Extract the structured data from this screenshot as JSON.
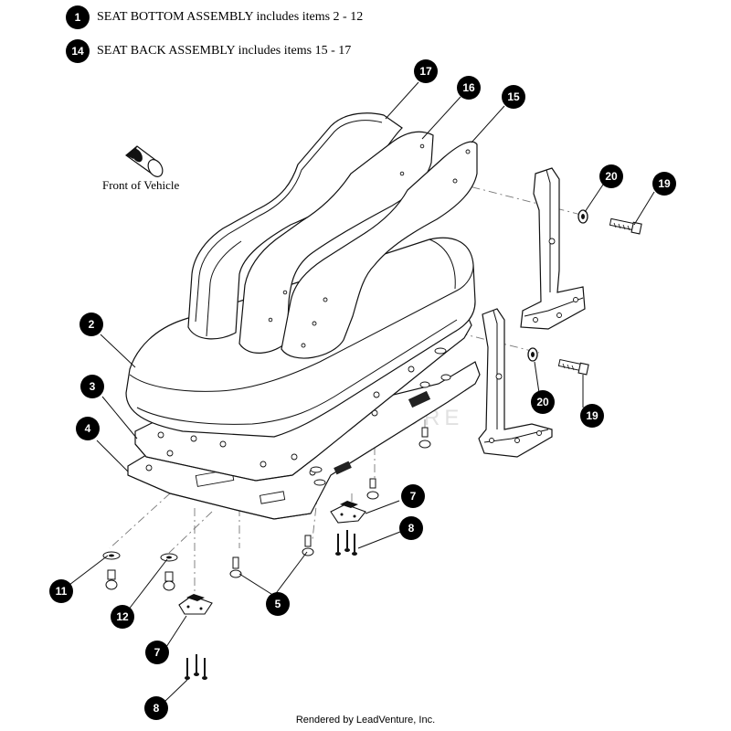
{
  "legend": [
    {
      "number": "1",
      "text": "SEAT BOTTOM ASSEMBLY includes items 2 - 12"
    },
    {
      "number": "14",
      "text": "SEAT BACK ASSEMBLY includes items 15 - 17"
    }
  ],
  "front_label": "Front of Vehicle",
  "watermark": "LEADVENTURE",
  "credit": "Rendered by LeadVenture, Inc.",
  "callouts": {
    "c17": "17",
    "c16": "16",
    "c15": "15",
    "c20a": "20",
    "c19a": "19",
    "c2": "2",
    "c3": "3",
    "c4": "4",
    "c20b": "20",
    "c19b": "19",
    "c7a": "7",
    "c8a": "8",
    "c11": "11",
    "c12": "12",
    "c5": "5",
    "c7b": "7",
    "c8b": "8"
  }
}
